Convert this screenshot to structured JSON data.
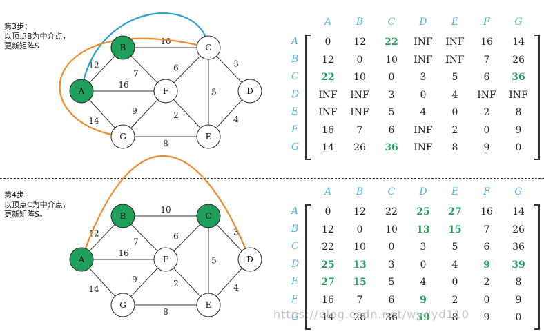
{
  "steps": [
    {
      "text_lines": [
        "第3步：",
        "以顶点B为中介点，",
        "更新矩阵S"
      ],
      "highlight_nodes": [
        "A",
        "B"
      ],
      "paths": [
        {
          "from": "A",
          "to": "C",
          "color": "#2e9fd6",
          "ctrl": "top"
        },
        {
          "from": "G",
          "to": "C",
          "color": "#f08a2e",
          "ctrl": "wide"
        }
      ],
      "matrix": {
        "columns": [
          "A",
          "B",
          "C",
          "D",
          "E",
          "F",
          "G"
        ],
        "rows": [
          {
            "label": "A",
            "cells": [
              "0",
              "12",
              "22",
              "INF",
              "INF",
              "16",
              "14"
            ]
          },
          {
            "label": "B",
            "cells": [
              "12",
              "0",
              "10",
              "INF",
              "INF",
              "7",
              "26"
            ]
          },
          {
            "label": "C",
            "cells": [
              "22",
              "10",
              "0",
              "3",
              "5",
              "6",
              "36"
            ]
          },
          {
            "label": "D",
            "cells": [
              "INF",
              "INF",
              "3",
              "0",
              "4",
              "INF",
              "INF"
            ]
          },
          {
            "label": "E",
            "cells": [
              "INF",
              "INF",
              "5",
              "4",
              "0",
              "2",
              "8"
            ]
          },
          {
            "label": "F",
            "cells": [
              "16",
              "7",
              "6",
              "INF",
              "2",
              "0",
              "9"
            ]
          },
          {
            "label": "G",
            "cells": [
              "14",
              "26",
              "36",
              "INF",
              "8",
              "9",
              "0"
            ]
          }
        ],
        "highlights": [
          [
            0,
            2
          ],
          [
            2,
            0
          ],
          [
            2,
            6
          ],
          [
            6,
            2
          ]
        ]
      }
    },
    {
      "text_lines": [
        "第4步：",
        "以顶点C为中介点，",
        "更新矩阵S。"
      ],
      "highlight_nodes": [
        "A",
        "B",
        "C"
      ],
      "paths": [
        {
          "from": "A",
          "to": "D",
          "color": "#f08a2e",
          "ctrl": "arch"
        }
      ],
      "matrix": {
        "columns": [
          "A",
          "B",
          "C",
          "D",
          "E",
          "F",
          "G"
        ],
        "rows": [
          {
            "label": "A",
            "cells": [
              "0",
              "12",
              "22",
              "25",
              "27",
              "16",
              "14"
            ]
          },
          {
            "label": "B",
            "cells": [
              "12",
              "0",
              "10",
              "13",
              "15",
              "7",
              "26"
            ]
          },
          {
            "label": "C",
            "cells": [
              "22",
              "10",
              "0",
              "3",
              "5",
              "6",
              "36"
            ]
          },
          {
            "label": "D",
            "cells": [
              "25",
              "13",
              "3",
              "0",
              "4",
              "9",
              "39"
            ]
          },
          {
            "label": "E",
            "cells": [
              "27",
              "15",
              "5",
              "4",
              "0",
              "2",
              "8"
            ]
          },
          {
            "label": "F",
            "cells": [
              "16",
              "7",
              "6",
              "9",
              "2",
              "0",
              "9"
            ]
          },
          {
            "label": "G",
            "cells": [
              "14",
              "26",
              "36",
              "39",
              "8",
              "9",
              "0"
            ]
          }
        ],
        "highlights": [
          [
            0,
            3
          ],
          [
            0,
            4
          ],
          [
            1,
            3
          ],
          [
            1,
            4
          ],
          [
            3,
            0
          ],
          [
            3,
            1
          ],
          [
            3,
            5
          ],
          [
            3,
            6
          ],
          [
            4,
            0
          ],
          [
            4,
            1
          ],
          [
            5,
            3
          ],
          [
            6,
            3
          ]
        ]
      }
    }
  ],
  "graph": {
    "nodes": [
      "A",
      "B",
      "C",
      "D",
      "E",
      "F",
      "G"
    ],
    "edges": [
      {
        "a": "A",
        "b": "B",
        "w": "12"
      },
      {
        "a": "A",
        "b": "F",
        "w": "16"
      },
      {
        "a": "A",
        "b": "G",
        "w": "14"
      },
      {
        "a": "B",
        "b": "C",
        "w": "10"
      },
      {
        "a": "B",
        "b": "F",
        "w": "7"
      },
      {
        "a": "C",
        "b": "F",
        "w": "6"
      },
      {
        "a": "C",
        "b": "D",
        "w": "3"
      },
      {
        "a": "C",
        "b": "E",
        "w": "5"
      },
      {
        "a": "D",
        "b": "E",
        "w": "4"
      },
      {
        "a": "F",
        "b": "E",
        "w": "2"
      },
      {
        "a": "F",
        "b": "G",
        "w": "9"
      },
      {
        "a": "G",
        "b": "E",
        "w": "8"
      }
    ]
  },
  "colors": {
    "highlight_node": "#1fa05a",
    "header": "#4fb5d8",
    "highlight_value": "#1fa05a"
  },
  "watermark": "https://blog.csdn.net/wydyd110"
}
